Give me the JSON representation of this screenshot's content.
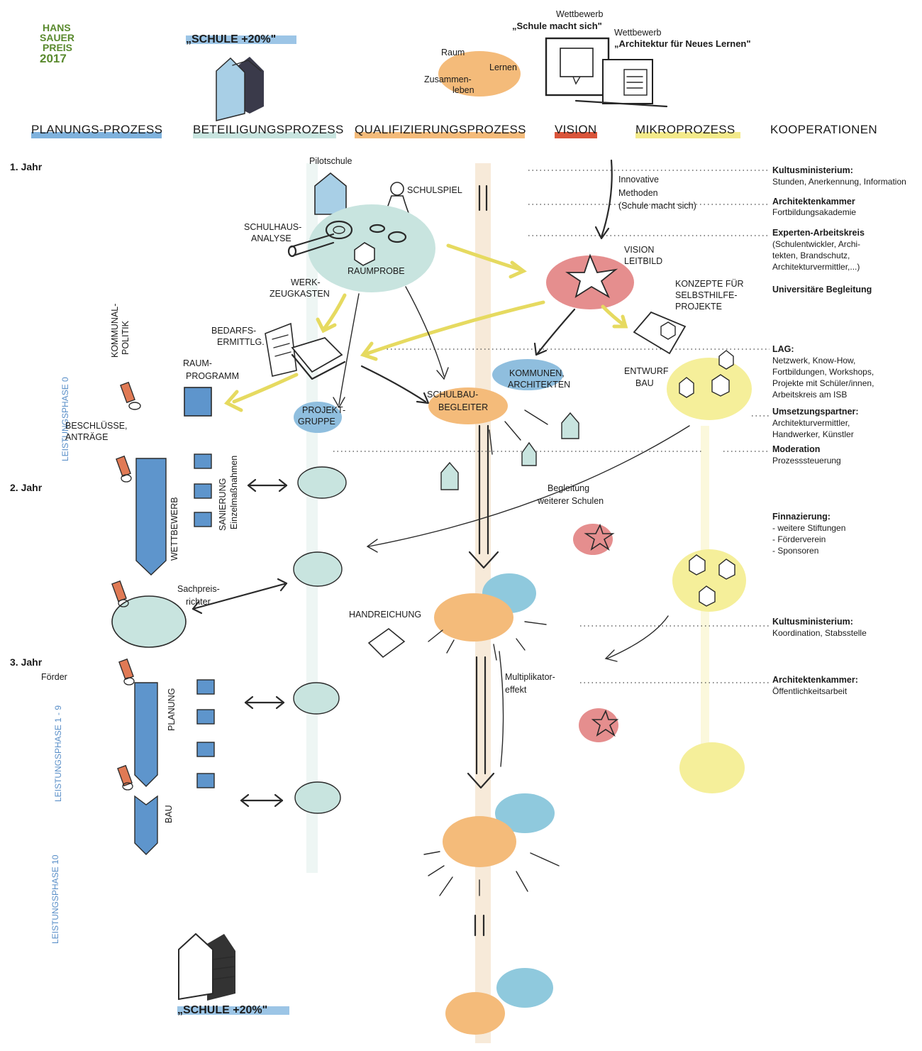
{
  "logo": {
    "line1": "HANS",
    "line2": "SAUER",
    "line3": "PREIS",
    "line4": "2017"
  },
  "title_top": "„SCHULE +20%\"",
  "title_bottom": "„SCHULE +20%\"",
  "competitions": {
    "c1_label": "Wettbewerb",
    "c1_name": "„Schule macht sich\"",
    "c2_label": "Wettbewerb",
    "c2_name": "„Architektur für Neues Lernen\""
  },
  "cloud": {
    "raum": "Raum",
    "lernen": "Lernen",
    "zusammen1": "Zusammen-",
    "zusammen2": "leben"
  },
  "columns": [
    {
      "label": "PLANUNGS-PROZESS",
      "color": "#7fb2dd"
    },
    {
      "label": "BETEILIGUNGSPROZESS",
      "color": "#bcdcd8"
    },
    {
      "label": "QUALIFIZIERUNGSPROZESS",
      "color": "#f0b874"
    },
    {
      "label": "VISION",
      "color": "#d9543a"
    },
    {
      "label": "MIKROPROZESS",
      "color": "#f3ea8a"
    },
    {
      "label": "KOOPERATIONEN",
      "color": "#ffffff"
    }
  ],
  "years": [
    "1. Jahr",
    "2. Jahr",
    "3. Jahr"
  ],
  "phases": [
    "LEISTUNGSPHASE 0",
    "LEISTUNGSPHASE 1 - 9",
    "LEISTUNGSPHASE 10"
  ],
  "labels": {
    "pilotschule": "Pilotschule",
    "schulspiel": "SCHULSPIEL",
    "schulhaus1": "SCHULHAUS-",
    "schulhaus2": "ANALYSE",
    "raumprobe": "RAUMPROBE",
    "werk1": "WERK-",
    "werk2": "ZEUGKASTEN",
    "innovative1": "Innovative",
    "innovative2": "Methoden",
    "innovative3": "(Schule macht sich)",
    "vision1": "VISION",
    "vision2": "LEITBILD",
    "konzepte1": "KONZEPTE FÜR",
    "konzepte2": "SELBSTHILFE-",
    "konzepte3": "PROJEKTE",
    "bedarf1": "BEDARFS-",
    "bedarf2": "ERMITTLG.",
    "kommunal1": "KOMMUNAL-",
    "kommunal2": "POLITIK",
    "raumprog1": "RAUM-",
    "raumprog2": "PROGRAMM",
    "kommunen1": "KOMMUNEN,",
    "kommunen2": "ARCHITEKTEN",
    "entwurf1": "ENTWURF",
    "entwurf2": "BAU",
    "schulbau1": "SCHULBAU-",
    "schulbau2": "BEGLEITER",
    "projekt1": "PROJEKT-",
    "projekt2": "GRUPPE",
    "beschluesse1": "BESCHLÜSSE,",
    "beschluesse2": "ANTRÄGE",
    "sanierung1": "SANIERUNG",
    "sanierung2": "Einzelmaßnahmen",
    "wettbewerb": "WETTBEWERB",
    "begleitung1": "Begleitung",
    "begleitung2": "weiterer Schulen",
    "sachpreis1": "Sachpreis-",
    "sachpreis2": "richter",
    "handreichung": "HANDREICHUNG",
    "foerder": "Förder",
    "planung": "PLANUNG",
    "bau": "BAU",
    "multi1": "Multiplikator-",
    "multi2": "effekt"
  },
  "kooperationen": {
    "k1_title": "Kultusministerium:",
    "k1_text": "Stunden, Anerkennung, Information",
    "k2_title": "Architektenkammer",
    "k2_text": "Fortbildungsakademie",
    "k3_title": "Experten-Arbeitskreis",
    "k3_l1": "(Schulentwickler, Archi-",
    "k3_l2": "tekten, Brandschutz,",
    "k3_l3": "Architekturvermittler,...)",
    "k4_title": "Universitäre Begleitung",
    "k5_title": "LAG:",
    "k5_l1": "Netzwerk, Know-How,",
    "k5_l2": "Fortbildungen, Workshops,",
    "k5_l3": "Projekte mit Schüler/innen,",
    "k5_l4": "Arbeitskreis am ISB",
    "k6_title": "Umsetzungspartner:",
    "k6_l1": "Architekturvermittler,",
    "k6_l2": "Handwerker, Künstler",
    "k7_title": "Moderation",
    "k7_text": "Prozesssteuerung",
    "k8_title": "Finnazierung:",
    "k8_l1": "- weitere Stiftungen",
    "k8_l2": "- Förderverein",
    "k8_l3": "- Sponsoren",
    "k9_title": "Kultusministerium:",
    "k9_text": "Koordination, Stabsstelle",
    "k10_title": "Architektenkammer:",
    "k10_text": "Öffentlichkeitsarbeit"
  },
  "colors": {
    "blue": "#7fb2dd",
    "blue_dark": "#4f86c0",
    "teal": "#c8e4df",
    "orange": "#f4bb7a",
    "red": "#e58e8e",
    "yellow": "#f5ef9a",
    "green": "#5a8a2e",
    "salmon": "#e07a55"
  }
}
